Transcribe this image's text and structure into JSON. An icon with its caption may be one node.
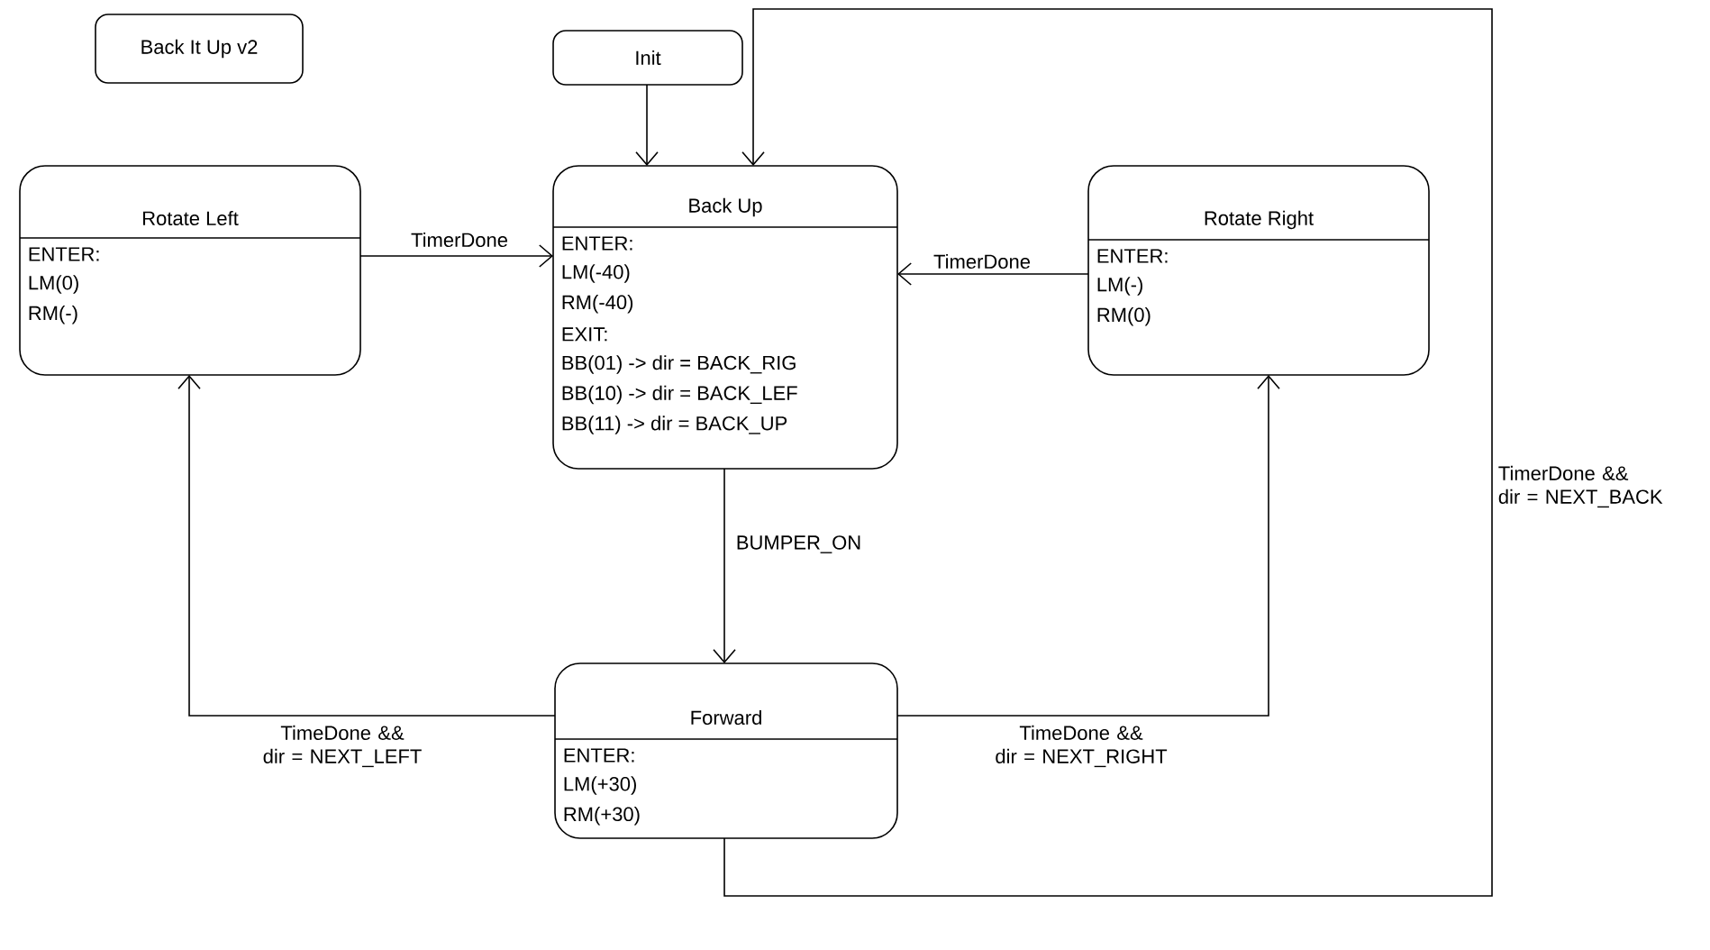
{
  "diagram": {
    "nodes": [
      {
        "text": [
          "Back It Up v2"
        ]
      },
      {
        "text": [
          "Init"
        ]
      },
      {
        "text": [
          "Rotate Left",
          "ENTER:",
          "LM(0)",
          "RM(-)"
        ]
      },
      {
        "text": [
          "Back Up",
          "ENTER:",
          "LM(-40)",
          "RM(-40)",
          "EXIT:",
          "BB(01) -> dir = BACK_RIG",
          "BB(10) -> dir = BACK_LEF",
          "BB(11) -> dir = BACK_UP"
        ]
      },
      {
        "text": [
          "Rotate Right",
          "ENTER:",
          "LM(-)",
          "RM(0)"
        ]
      },
      {
        "text": [
          "Forward",
          "ENTER:",
          "LM(+30)",
          "RM(+30)"
        ]
      }
    ],
    "edges": [
      {
        "from": 1,
        "to": 3,
        "arrow": "to"
      },
      {
        "from": 2,
        "to": 3,
        "arrow": "to",
        "label": "TimerDone"
      },
      {
        "from": 4,
        "to": 3,
        "arrow": "to",
        "label": "TimerDone"
      },
      {
        "from": 3,
        "to": 5,
        "arrow": "to",
        "label": "BUMPER_ON"
      },
      {
        "from": 5,
        "to": 2,
        "arrow": "to",
        "label": "TimeDone && dir = NEXT_LEFT"
      },
      {
        "from": 5,
        "to": 4,
        "arrow": "to",
        "label": "TimeDone && dir = NEXT_RIGHT"
      },
      {
        "from": 5,
        "to": 3,
        "arrow": "to",
        "label": "TimerDone && dir = NEXT_BACK"
      }
    ]
  }
}
